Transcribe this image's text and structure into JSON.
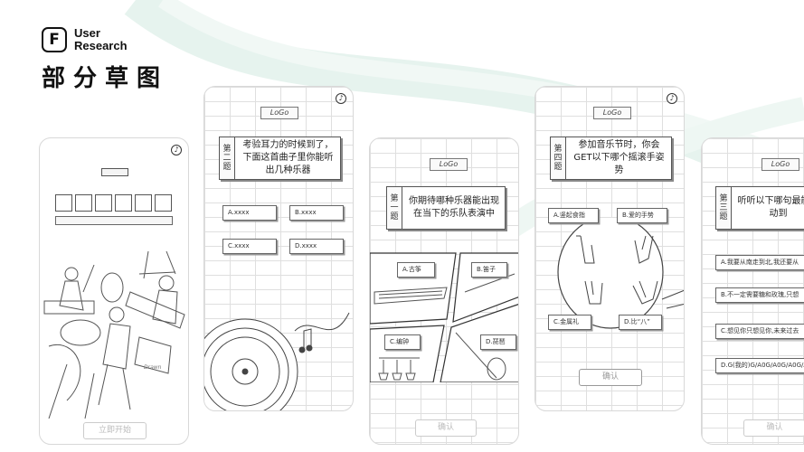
{
  "brand": {
    "logo_letter": "F",
    "line1": "User",
    "line2": "Research"
  },
  "page_title": "部分草图",
  "phones": {
    "p1": {
      "start_button": "立即开始",
      "signature": "Drawn"
    },
    "p2": {
      "logo": "LoGo",
      "tag": "第二题",
      "question": "考验耳力的时候到了，下面这首曲子里你能听出几种乐器",
      "options": [
        "A.xxxx",
        "B.xxxx",
        "C.xxxx",
        "D.xxxx"
      ]
    },
    "p3": {
      "logo": "LoGo",
      "tag": "第一题",
      "question": "你期待哪种乐器能出现在当下的乐队表演中",
      "options": [
        "A.古筝",
        "B.笛子",
        "C.编钟",
        "D.琵琶"
      ],
      "confirm": "确认"
    },
    "p4": {
      "logo": "LoGo",
      "tag": "第四题",
      "question": "参加音乐节时，你会GET以下哪个摇滚手姿势",
      "options": [
        "A.竖起食指",
        "B.爱的手势",
        "C.金属礼",
        "D.比“八”"
      ],
      "confirm": "确认"
    },
    "p5": {
      "logo": "LoGo",
      "tag": "第三题",
      "question": "听听以下哪句最能触动到",
      "options": [
        "A.我要从南走到北,我还要从",
        "B.不一定需要糖和玫瑰,只想",
        "C.想见你只想见你,未来过去",
        "D.G(我的)G/A0G/A0G/A0G/A"
      ],
      "confirm": "确认"
    }
  }
}
